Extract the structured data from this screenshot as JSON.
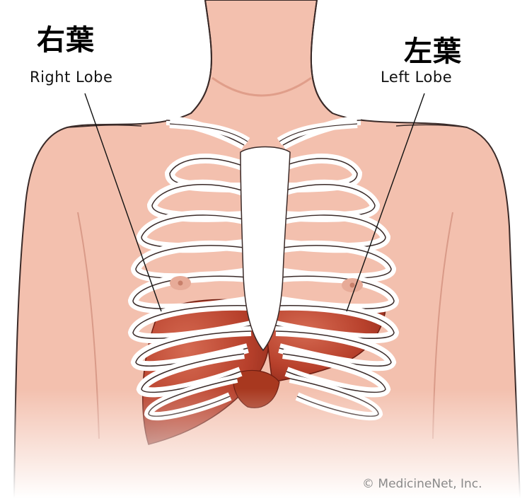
{
  "labels": {
    "right": {
      "cjk": "右葉",
      "en": "Right Lobe"
    },
    "left": {
      "cjk": "左葉",
      "en": "Left Lobe"
    }
  },
  "credit": "© MedicineNet, Inc.",
  "colors": {
    "skin": "#f3c0ae",
    "skin_shadow": "#e09e8a",
    "outline": "#3a2a28",
    "rib": "#ffffff",
    "liver": "#b8412c",
    "liver_dark": "#8e2a1a",
    "liver_light": "#d56a52"
  }
}
